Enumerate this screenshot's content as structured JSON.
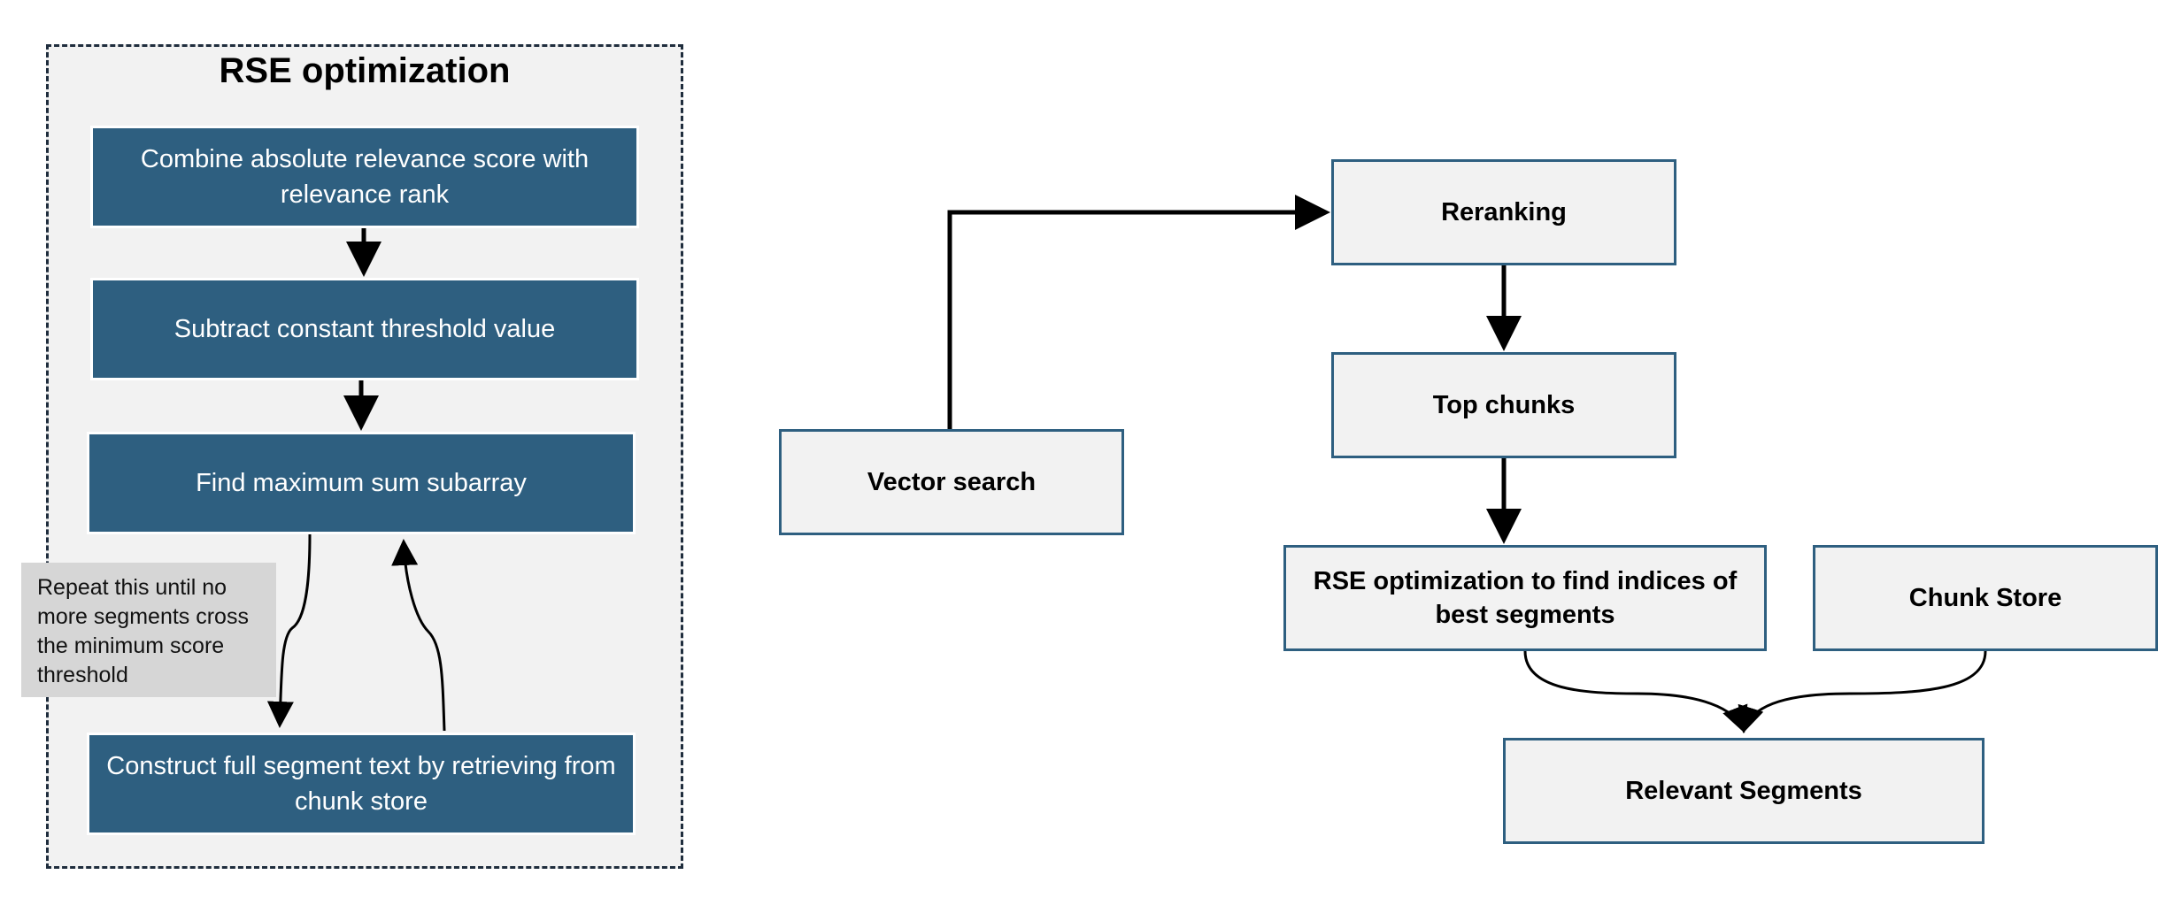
{
  "rse_panel": {
    "title": "RSE optimization",
    "steps": [
      "Combine absolute relevance score with relevance rank",
      "Subtract  constant threshold value",
      "Find maximum sum subarray",
      "Construct full segment text by retrieving from chunk store"
    ],
    "loop_note": "Repeat this until no more segments cross the minimum score threshold"
  },
  "pipeline": {
    "vector_search": "Vector search",
    "reranking": "Reranking",
    "top_chunks": "Top chunks",
    "rse_optimization": "RSE optimization to find indices of best segments",
    "chunk_store": "Chunk Store",
    "relevant_segments": "Relevant Segments"
  },
  "colors": {
    "step_fill": "#2e5f80",
    "node_border": "#2e5f80",
    "node_fill": "#f2f2f2",
    "note_fill": "#d6d6d6"
  }
}
